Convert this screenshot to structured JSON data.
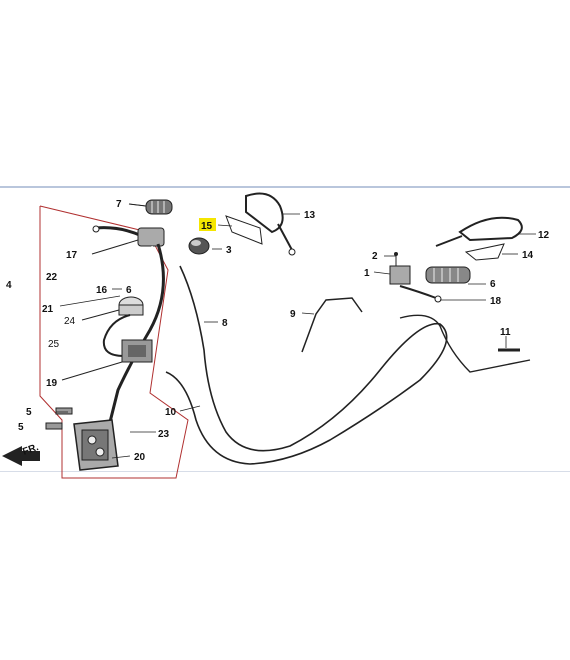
{
  "diagram": {
    "callouts": [
      {
        "id": "c1",
        "text": "1"
      },
      {
        "id": "c2",
        "text": "2"
      },
      {
        "id": "c3",
        "text": "3"
      },
      {
        "id": "c4",
        "text": "4"
      },
      {
        "id": "c5a",
        "text": "5"
      },
      {
        "id": "c5b",
        "text": "5"
      },
      {
        "id": "c6",
        "text": "6"
      },
      {
        "id": "c7",
        "text": "7"
      },
      {
        "id": "c8",
        "text": "8"
      },
      {
        "id": "c9",
        "text": "9"
      },
      {
        "id": "c10",
        "text": "10"
      },
      {
        "id": "c11",
        "text": "11"
      },
      {
        "id": "c12",
        "text": "12"
      },
      {
        "id": "c13",
        "text": "13"
      },
      {
        "id": "c14",
        "text": "14"
      },
      {
        "id": "c15",
        "text": "15"
      },
      {
        "id": "c16",
        "text": "16"
      },
      {
        "id": "c16b",
        "text": "6"
      },
      {
        "id": "c17",
        "text": "17"
      },
      {
        "id": "c18",
        "text": "18"
      },
      {
        "id": "c19",
        "text": "19"
      },
      {
        "id": "c20",
        "text": "20"
      },
      {
        "id": "c21",
        "text": "21"
      },
      {
        "id": "c22",
        "text": "22"
      },
      {
        "id": "c23",
        "text": "23"
      },
      {
        "id": "c24",
        "text": "24"
      },
      {
        "id": "c25",
        "text": "25"
      }
    ],
    "direction_label": "FR.",
    "highlight_color": "#f5e600",
    "outline_color": "#b03030"
  }
}
